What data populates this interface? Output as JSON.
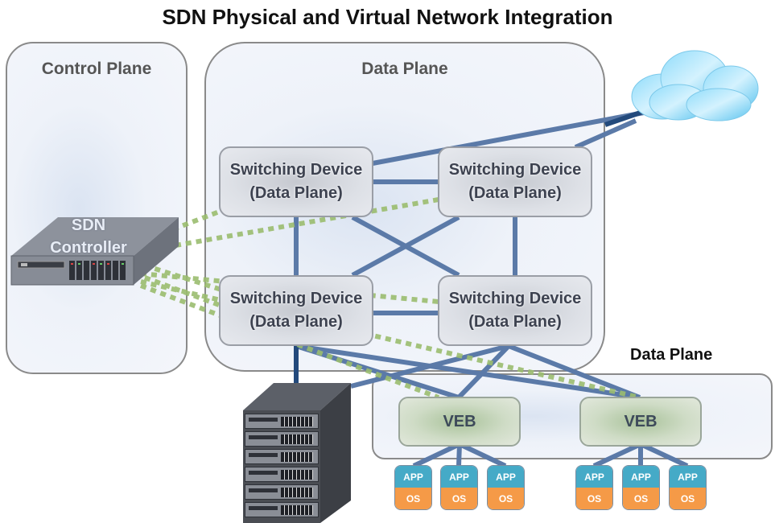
{
  "title": "SDN Physical and Virtual Network Integration",
  "control_plane": {
    "label": "Control Plane",
    "controller": {
      "line1": "SDN",
      "line2": "Controller",
      "icon": "server-appliance-icon"
    }
  },
  "data_plane": {
    "label": "Data Plane",
    "switches": [
      {
        "line1": "Switching Device",
        "line2": "(Data Plane)"
      },
      {
        "line1": "Switching Device",
        "line2": "(Data Plane)"
      },
      {
        "line1": "Switching Device",
        "line2": "(Data Plane)"
      },
      {
        "line1": "Switching Device",
        "line2": "(Data Plane)"
      }
    ]
  },
  "virtual_data_plane": {
    "label": "Data Plane",
    "vebs": [
      {
        "label": "VEB"
      },
      {
        "label": "VEB"
      }
    ],
    "vms": [
      {
        "app": "APP",
        "os": "OS"
      },
      {
        "app": "APP",
        "os": "OS"
      },
      {
        "app": "APP",
        "os": "OS"
      },
      {
        "app": "APP",
        "os": "OS"
      },
      {
        "app": "APP",
        "os": "OS"
      },
      {
        "app": "APP",
        "os": "OS"
      }
    ]
  },
  "icons": {
    "cloud": "cloud-icon",
    "server_rack": "server-rack-icon"
  },
  "colors": {
    "physical_link": "#5b7aa8",
    "dark_link": "#234a7c",
    "control_link": "#9bbd6f",
    "app": "#45aac7",
    "os": "#f59a47"
  }
}
